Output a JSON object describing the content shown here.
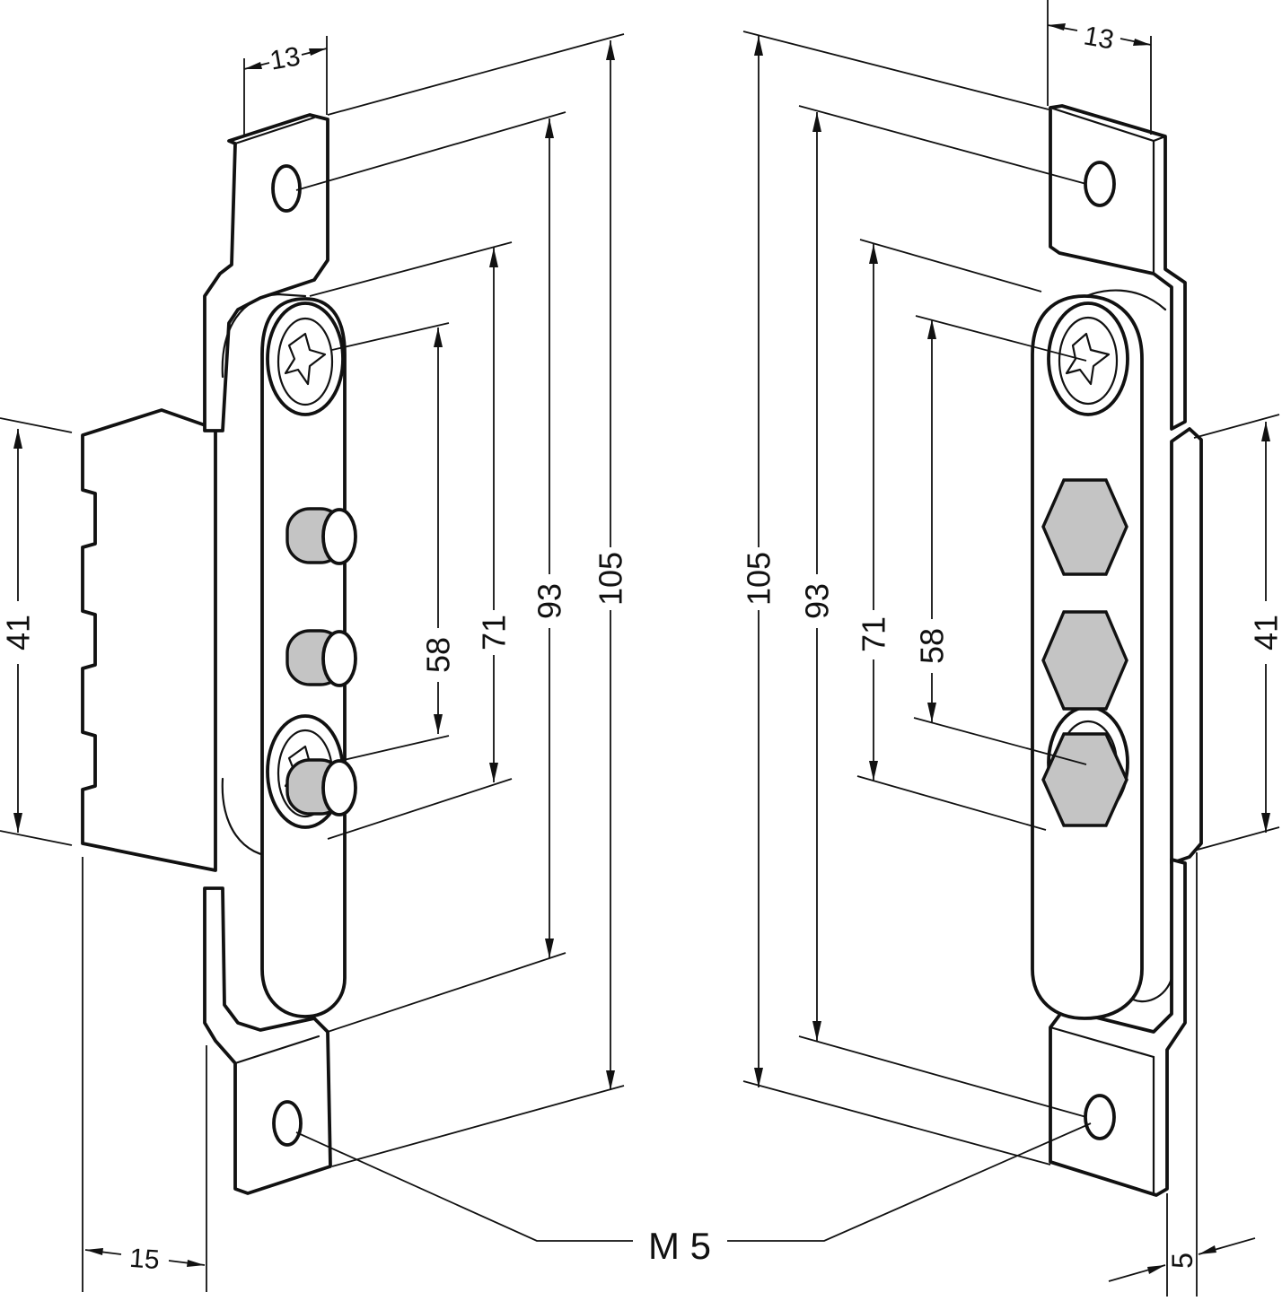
{
  "dimensions": {
    "tab_width_left": "13",
    "tab_width_right": "13",
    "left_height_41": "41",
    "left_spacing_58": "58",
    "left_spacing_71": "71",
    "left_spacing_93": "93",
    "left_overall_105": "105",
    "right_overall_105": "105",
    "right_spacing_93": "93",
    "right_spacing_71": "71",
    "right_spacing_58": "58",
    "right_height_41": "41",
    "depth_15": "15",
    "offset_5": "5"
  },
  "thread_label": "M 5"
}
